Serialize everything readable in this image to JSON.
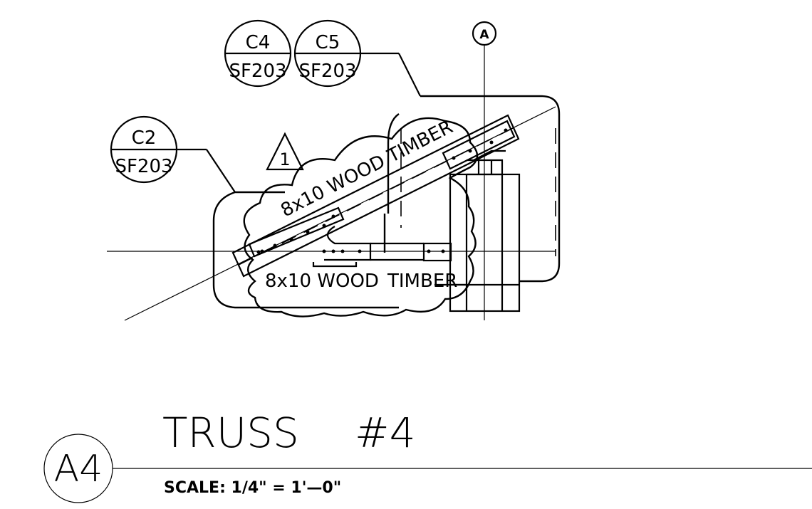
{
  "callouts": [
    {
      "top": "C4",
      "bottom": "SF203"
    },
    {
      "top": "C5",
      "bottom": "SF203"
    },
    {
      "top": "C2",
      "bottom": "SF203"
    }
  ],
  "gridline": {
    "label": "A"
  },
  "revision": {
    "number": "1"
  },
  "labels": {
    "diagonal_member": "8x10 WOOD TIMBER",
    "horizontal_member_a": "8x10 WOOD",
    "horizontal_member_b": "TIMBER"
  },
  "title_block": {
    "bubble": "A4",
    "title": "TRUSS",
    "number": "#4",
    "scale": "SCALE: 1/4\" = 1'—0\""
  }
}
